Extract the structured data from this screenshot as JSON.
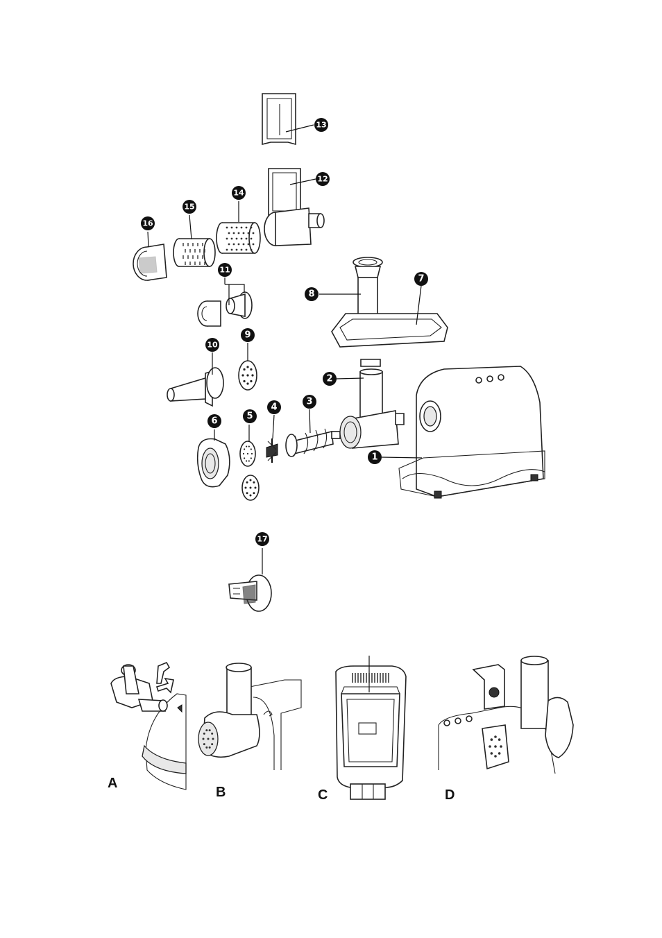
{
  "callouts": {
    "c1": "1",
    "c2": "2",
    "c3": "3",
    "c4": "4",
    "c5": "5",
    "c6": "6",
    "c7": "7",
    "c8": "8",
    "c9": "9",
    "c10": "10",
    "c11": "11",
    "c12": "12",
    "c13": "13",
    "c14": "14",
    "c15": "15",
    "c16": "16",
    "c17": "17"
  },
  "panels": {
    "a": "A",
    "b": "B",
    "c": "C",
    "d": "D"
  }
}
